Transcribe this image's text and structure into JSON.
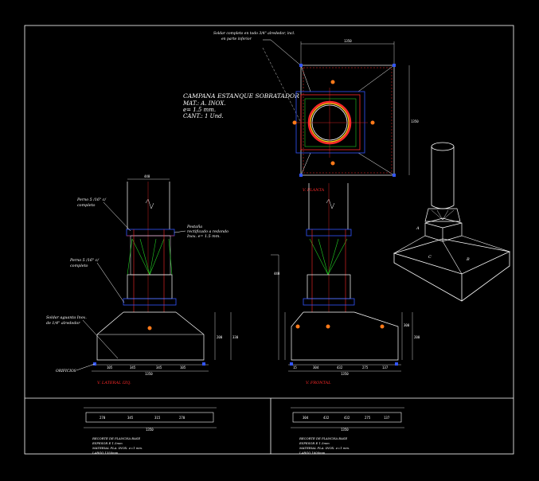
{
  "title_block": {
    "line1": "CAMPANA ESTANQUE SOBRATADOR",
    "line2": "MAT.: A. INOX.",
    "line3": "e= 1.5 mm.",
    "line4": "CANT.: 1 Und."
  },
  "notes": {
    "solder_top_1": "Soldar completo en todo 3/4\" alrededor, incl.",
    "solder_top_2": "en parte inferior",
    "perno_upper_1": "Perno 5 /16\" c/",
    "perno_upper_2": "completo",
    "perno_lower_1": "Perno 5 /16\" c/",
    "perno_lower_2": "completo",
    "pestana_1": "Pestaña",
    "pestana_2": "rectificado a redondo",
    "pestana_3": "Inox. e= 1.5 mm.",
    "soldar_bottom_1": "Soldar aguanta Inox.",
    "soldar_bottom_2": "de 1/4\" alrededor",
    "orificios": "ORIFICIOS"
  },
  "views": {
    "plan": "V. PLANTA",
    "lateral": "V. LATERAL IZQ.",
    "frontal": "V. FRONTAL"
  },
  "iso_labels": {
    "a": "A",
    "c": "C",
    "b": "B"
  },
  "bottom_notes": {
    "left": [
      "RECORTE DE PLANCHA BASE",
      "ESPESOR E 1.5mm",
      "MATERIAL PLA. INOX. e=1 mm.",
      "LARGO 1350mm"
    ],
    "right": [
      "RECORTE DE PLANCHA BASE",
      "ESPESOR E 1.5mm",
      "MATERIAL PLA. INOX. e=1 mm.",
      "LARGO 1600mm"
    ]
  },
  "colors": {
    "background": "#000000",
    "lines": "#ffffff",
    "accent_red": "#ff2a2a",
    "accent_green": "#22cc22",
    "accent_blue": "#3355ff",
    "accent_orange": "#ff7a1a",
    "accent_yellow": "#ffd21a"
  }
}
